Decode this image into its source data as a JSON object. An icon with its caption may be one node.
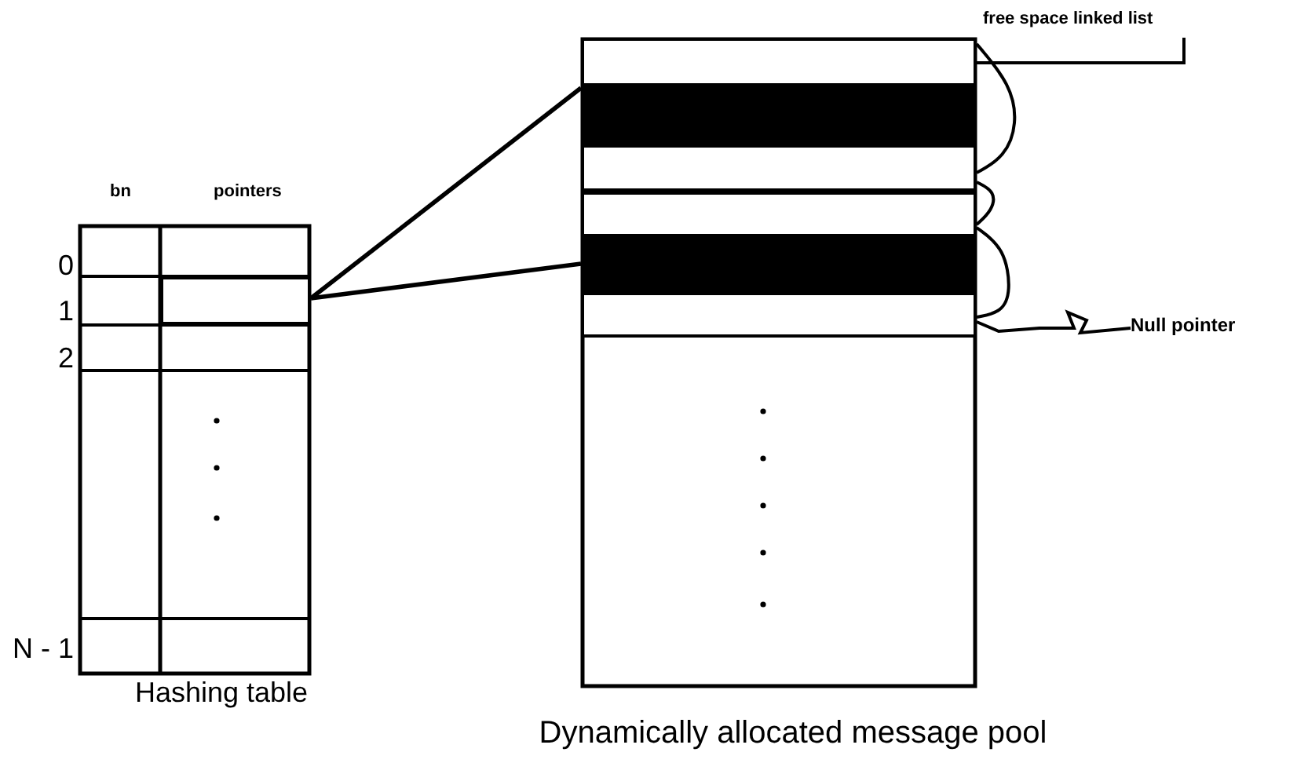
{
  "diagram": {
    "nodes": [
      {
        "text": [
          "Hashing table"
        ]
      },
      {
        "text": [],
        "shape": "box",
        "in": 0
      },
      {
        "text": [
          "Dynamically allocated message pool"
        ]
      },
      {
        "text": [],
        "shape": "box",
        "in": 2
      },
      {
        "text": [],
        "shape": "box",
        "in": 2
      },
      {
        "text": [],
        "shape": "box",
        "in": 2
      },
      {
        "text": [],
        "shape": "box",
        "in": 2
      },
      {
        "text": [],
        "shape": "box",
        "in": 2
      },
      {
        "text": [],
        "shape": "box",
        "in": 2
      },
      {
        "text": [
          "free space linked list"
        ]
      },
      {
        "text": [
          "Null pointer"
        ]
      }
    ],
    "edges": [
      {
        "from": 1,
        "to": 4,
        "arrow": "none"
      },
      {
        "from": 1,
        "to": 7,
        "arrow": "none"
      },
      {
        "from": 9,
        "to": 3,
        "arrow": "none"
      },
      {
        "from": 3,
        "to": 5,
        "arrow": "none"
      },
      {
        "from": 5,
        "to": 6,
        "arrow": "none"
      },
      {
        "from": 6,
        "to": 8,
        "arrow": "none"
      },
      {
        "from": 8,
        "to": 10,
        "arrow": "none"
      }
    ],
    "labels": [
      "bn",
      "pointers",
      "0",
      "1",
      "2",
      "N - 1"
    ]
  }
}
